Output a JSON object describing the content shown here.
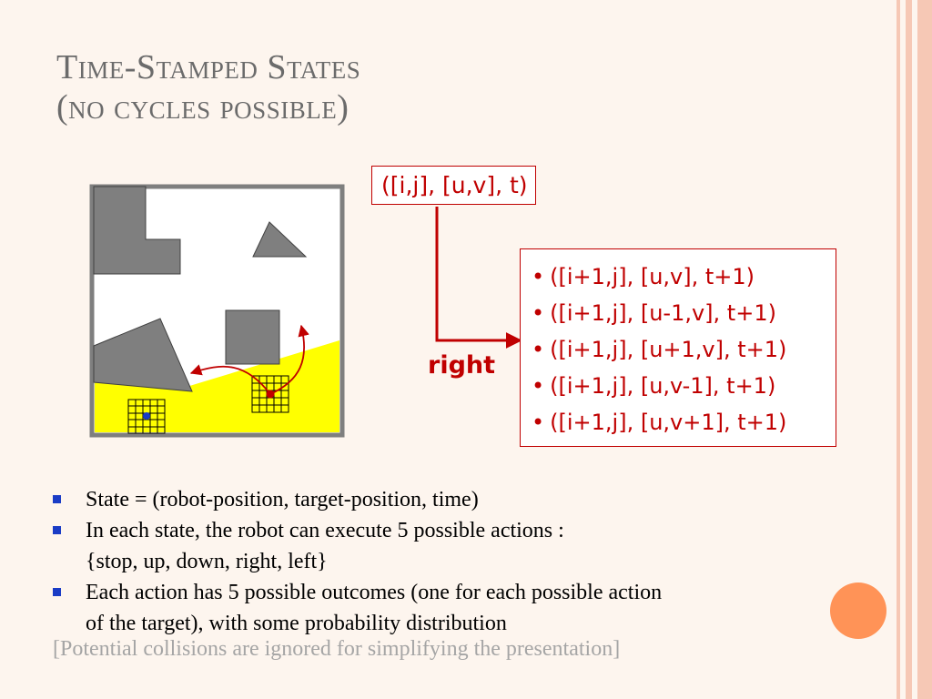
{
  "slide": {
    "title_line1": "Time-Stamped States",
    "title_line2": "(no cycles possible)"
  },
  "diagram": {
    "state_label": "([i,j], [u,v], t)",
    "action_label": "right",
    "outcomes": [
      "([i+1,j], [u,v], t+1)",
      "([i+1,j], [u-1,v], t+1)",
      "([i+1,j], [u+1,v], t+1)",
      "([i+1,j], [u,v-1], t+1)",
      "([i+1,j], [u,v+1], t+1)"
    ]
  },
  "bullets": [
    {
      "line1": "State = (robot-position, target-position, time)",
      "line2": ""
    },
    {
      "line1": "In each state, the robot can execute 5 possible actions :",
      "line2": "{stop, up, down, right, left}"
    },
    {
      "line1": "Each action has 5 possible outcomes (one for each possible action",
      "line2": "of the target), with some probability distribution"
    }
  ],
  "note": "[Potential collisions are ignored for simplifying the presentation]",
  "colors": {
    "accent_red": "#c00000",
    "bullet_blue": "#1a3cc6",
    "title_gray": "#6b6b6b",
    "note_gray": "#a5a5a5",
    "yellow_region": "#ffff00",
    "obstacle_gray": "#7f7f7f",
    "decor_orange": "#ff9357"
  }
}
